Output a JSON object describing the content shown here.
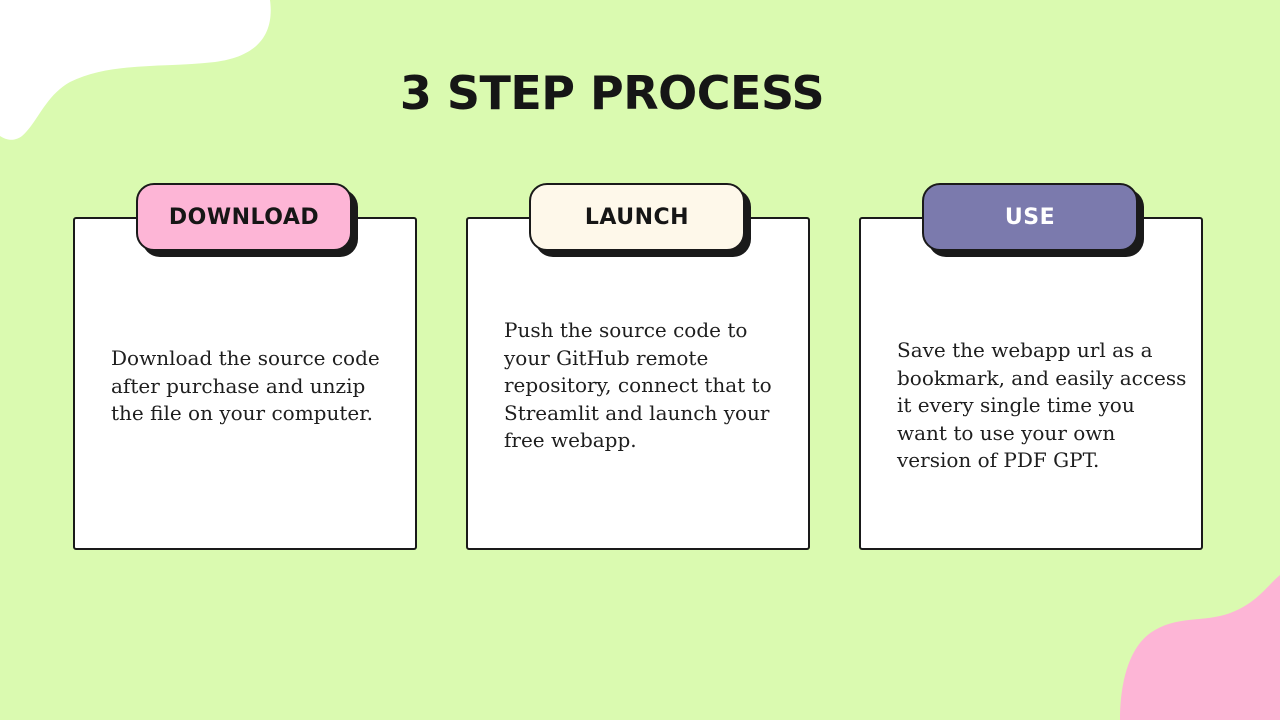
{
  "title": "3 STEP PROCESS",
  "colors": {
    "background": "#dafab0",
    "blob_top_left": "#ffffff",
    "blob_bottom_right": "#fdb5d6"
  },
  "steps": [
    {
      "label": "DOWNLOAD",
      "tab_color": "#fdb5d6",
      "label_color": "#161616",
      "text": "Download the source code after purchase and unzip the file on your computer."
    },
    {
      "label": "LAUNCH",
      "tab_color": "#fef8ea",
      "label_color": "#161616",
      "text": "Push the source code to your GitHub remote repository, connect that to Streamlit and launch your free webapp."
    },
    {
      "label": "USE",
      "tab_color": "#7b7aad",
      "label_color": "#ffffff",
      "text": "Save the webapp url as a bookmark, and easily access it every single time you want to use your own version of PDF GPT."
    }
  ]
}
